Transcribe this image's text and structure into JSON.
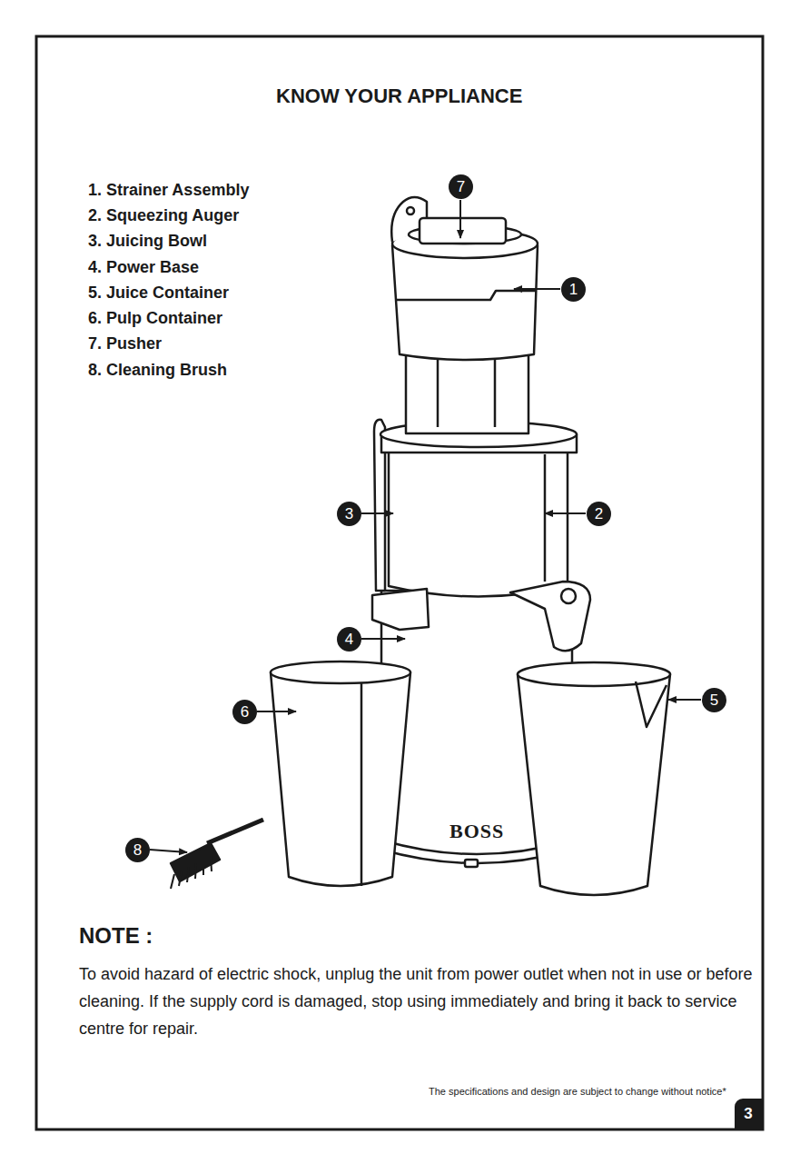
{
  "diagram": {
    "title": "KNOW YOUR APPLIANCE",
    "nodes": [
      {
        "text": [
          "7"
        ]
      },
      {
        "text": [
          "1"
        ]
      },
      {
        "text": [
          "3"
        ]
      },
      {
        "text": [
          "2"
        ]
      },
      {
        "text": [
          "4"
        ]
      },
      {
        "text": [
          "6"
        ]
      },
      {
        "text": [
          "5"
        ]
      },
      {
        "text": [
          "8"
        ]
      },
      {
        "text": [
          "3"
        ]
      }
    ],
    "labels": [
      "1. Strainer Assembly",
      "2. Squeezing Auger",
      "3. Juicing Bowl",
      "4. Power Base",
      "5. Juice Container",
      "6. Pulp Container",
      "7. Pusher",
      "8. Cleaning Brush",
      "BOSS",
      "NOTE :",
      "To avoid hazard of electric shock, unplug the unit from power outlet when not in use or before cleaning. If the supply cord is damaged, stop using immediately and bring it back to service centre for repair.",
      "The specifications and design are subject to change without notice*"
    ]
  }
}
